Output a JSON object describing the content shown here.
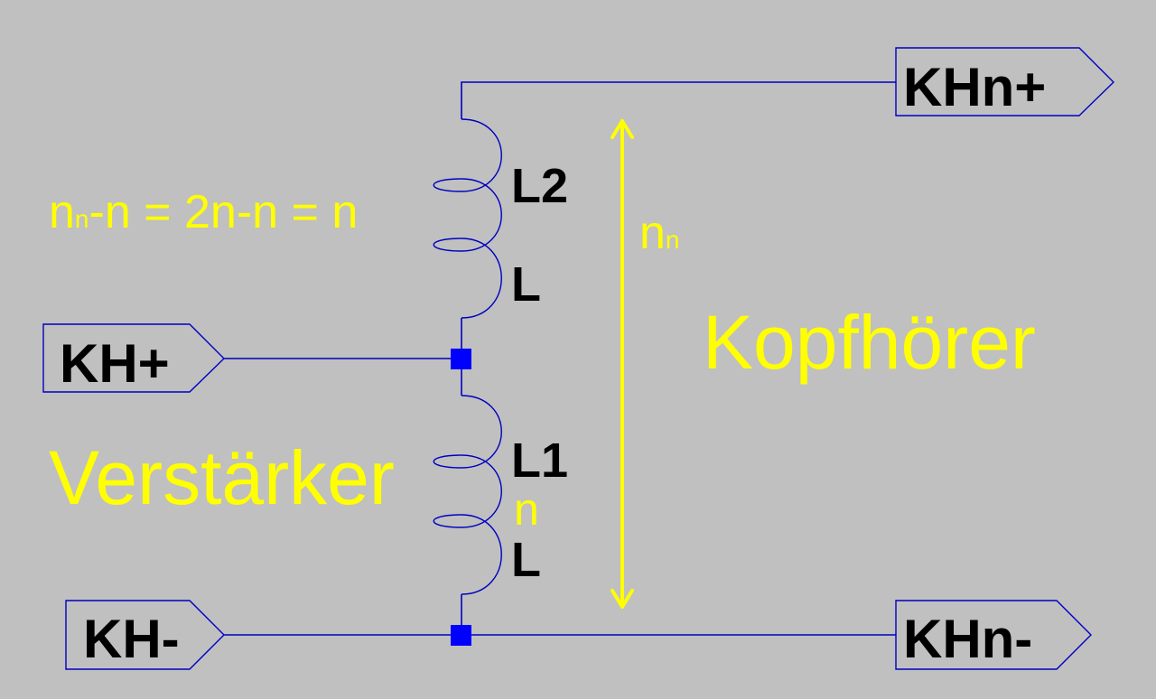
{
  "ports": {
    "kh_plus": "KH+",
    "kh_minus": "KH-",
    "khn_plus": "KHn+",
    "khn_minus": "KHn-"
  },
  "inductors": {
    "l2": {
      "name": "L2",
      "value": "L"
    },
    "l1": {
      "name": "L1",
      "value": "L"
    }
  },
  "annotations": {
    "formula_base": "n",
    "formula_sub": "n",
    "formula_rest": "-n = 2n-n = n",
    "l1_turns": "n",
    "total_turns_base": "n",
    "total_turns_sub": "n",
    "amplifier": "Verstärker",
    "headphones": "Kopfhörer"
  },
  "colors": {
    "background": "#c0c0c0",
    "wire": "#0000c0",
    "junction": "#0000ff",
    "annotation": "#ffff00",
    "label": "#000000"
  }
}
